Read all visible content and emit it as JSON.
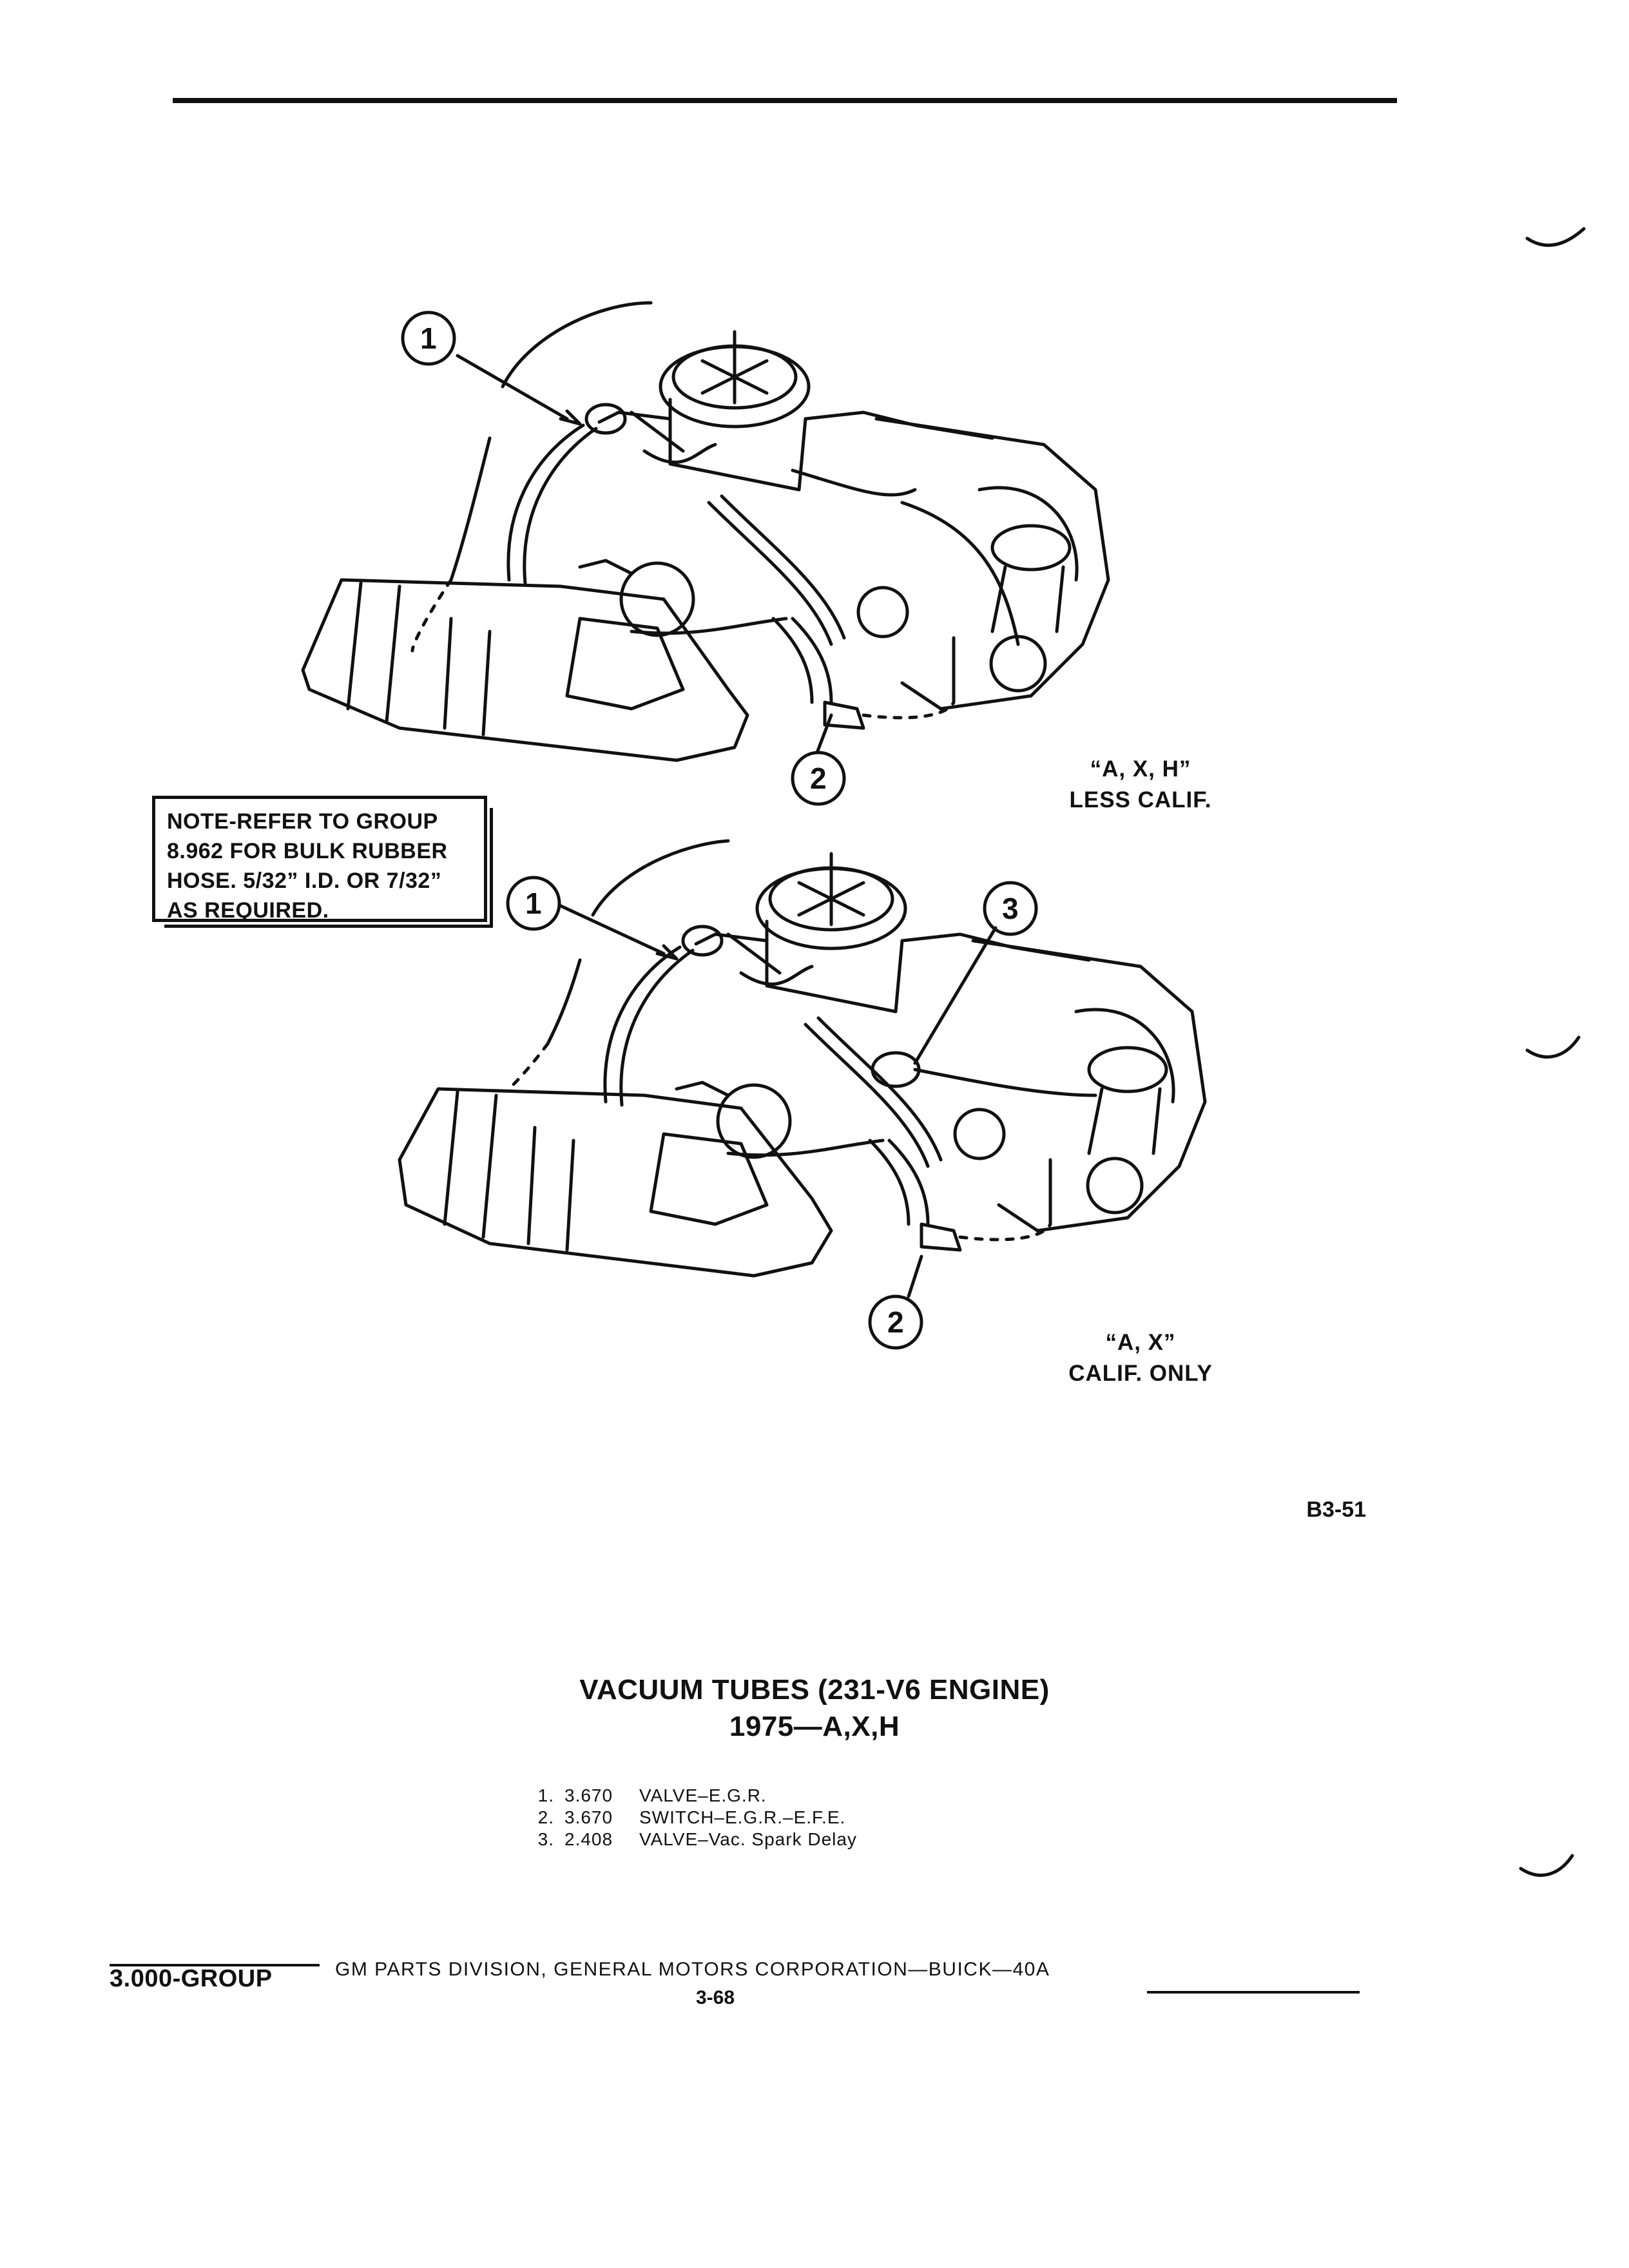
{
  "note": {
    "lines": [
      "NOTE-REFER TO GROUP",
      "8.962 FOR BULK RUBBER",
      "HOSE. 5/32” I.D. OR 7/32”",
      "AS REQUIRED."
    ]
  },
  "diagram_top": {
    "label_line1": "“A, X, H”",
    "label_line2": "LESS CALIF.",
    "callouts": [
      "1",
      "2"
    ]
  },
  "diagram_bottom": {
    "label_line1": "“A, X”",
    "label_line2": "CALIF. ONLY",
    "callouts": [
      "1",
      "3",
      "2"
    ]
  },
  "figure_id": "B3-51",
  "title": {
    "line1": "VACUUM TUBES (231-V6 ENGINE)",
    "line2": "1975—A,X,H"
  },
  "parts": [
    {
      "num": "1.",
      "qty": "3.670",
      "desc": "VALVE–E.G.R."
    },
    {
      "num": "2.",
      "qty": "3.670",
      "desc": "SWITCH–E.G.R.–E.F.E."
    },
    {
      "num": "3.",
      "qty": "2.408",
      "desc": "VALVE–Vac. Spark Delay"
    }
  ],
  "footer": {
    "group": "3.000-GROUP",
    "center": "GM PARTS DIVISION, GENERAL MOTORS CORPORATION—BUICK—40A",
    "page": "3-68"
  }
}
